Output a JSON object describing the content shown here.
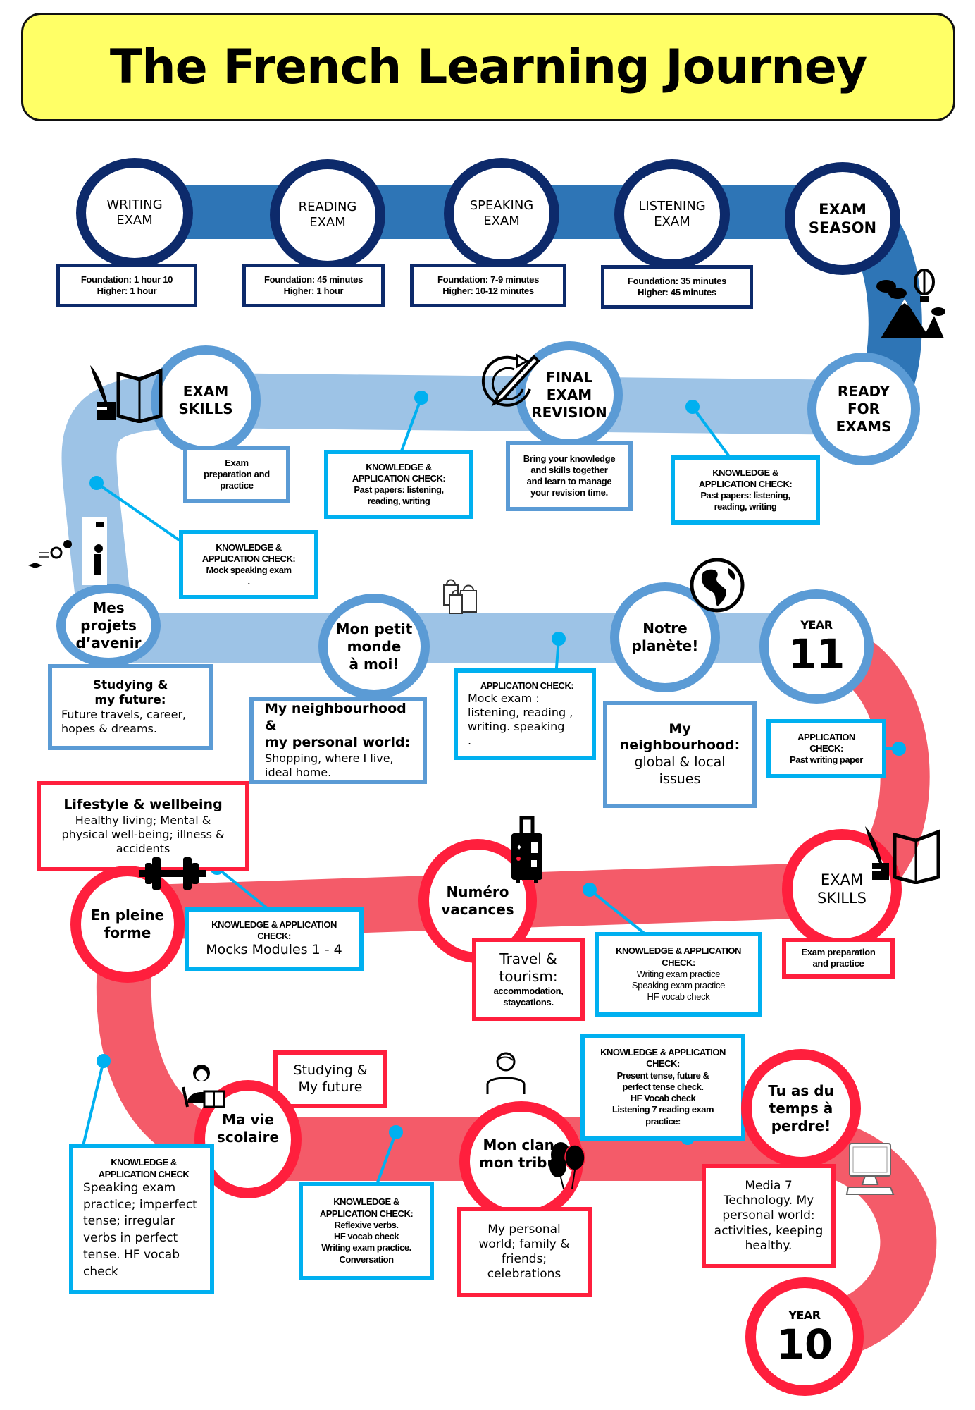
{
  "title": "The French Learning Journey",
  "colors": {
    "title_bg": "#ffff66",
    "exam_track": "#2e75b6",
    "exam_ring": "#0d2a6b",
    "year11_track": "#9dc3e6",
    "year11_ring": "#5b9bd5",
    "year10_track": "#f45b69",
    "year10_ring": "#ff1f3d",
    "check_border": "#00b0f0"
  },
  "exam_season": {
    "nodes": [
      {
        "label": "WRITING\nEXAM",
        "info": [
          "Foundation: 1 hour 10",
          "Higher: 1 hour"
        ]
      },
      {
        "label": "READING\nEXAM",
        "info": [
          "Foundation: 45 minutes",
          "Higher: 1 hour"
        ]
      },
      {
        "label": "SPEAKING\nEXAM",
        "info": [
          "Foundation: 7-9 minutes",
          "Higher: 10-12 minutes"
        ]
      },
      {
        "label": "LISTENING\nEXAM",
        "info": [
          "Foundation: 35 minutes",
          "Higher: 45 minutes"
        ]
      },
      {
        "label": "EXAM\nSEASON"
      }
    ]
  },
  "year11": {
    "year_label": "YEAR",
    "year_number": "11",
    "nodes": {
      "ready": {
        "label": "READY\nFOR\nEXAMS"
      },
      "final_revision": {
        "label": "FINAL\nEXAM\nREVISION",
        "info": "Bring your knowledge\nand skills together\nand learn to manage\nyour revision time."
      },
      "exam_skills": {
        "label": "EXAM\nSKILLS",
        "info": "Exam\npreparation and\npractice"
      },
      "mes_projets": {
        "label": "Mes\nprojets\nd’avenir",
        "info_title": "Studying &\nmy future:",
        "info_body": "Future travels, career,\nhopes & dreams."
      },
      "mon_petit_monde": {
        "label": "Mon petit\nmonde\nà moi!",
        "info_title": "My neighbourhood &\nmy personal world:",
        "info_body": "Shopping, where I live,\nideal home."
      },
      "notre_planete": {
        "label": "Notre\nplanète!",
        "info_title": "My\nneighbourhood:",
        "info_body": "global & local\nissues"
      }
    },
    "checks": [
      {
        "title": "KNOWLEDGE &\nAPPLICATION CHECK:",
        "body": "Past papers: listening,\nreading, writing"
      },
      {
        "title": "KNOWLEDGE &\nAPPLICATION CHECK:",
        "body": "Past papers: listening,\nreading, writing"
      },
      {
        "title": "KNOWLEDGE &\nAPPLICATION CHECK:",
        "body": "Mock speaking exam\n."
      },
      {
        "title": "APPLICATION CHECK:",
        "body": "Mock exam :\nlistening, reading ,\nwriting. speaking\n."
      },
      {
        "title": "APPLICATION\nCHECK:",
        "body": "Past writing paper"
      }
    ]
  },
  "year10": {
    "year_label": "YEAR",
    "year_number": "10",
    "nodes": {
      "exam_skills": {
        "label": "EXAM\nSKILLS",
        "info": "Exam preparation\nand practice"
      },
      "numero_vacances": {
        "label": "Numéro\nvacances",
        "info_title": "Travel &\ntourism:",
        "info_body": "accommodation,\nstaycations."
      },
      "en_pleine_forme": {
        "label": "En pleine\nforme",
        "info_title": "Lifestyle & wellbeing",
        "info_body": "Healthy living; Mental &\nphysical well-being; illness &\naccidents"
      },
      "ma_vie_scolaire": {
        "label": "Ma vie\nscolaire",
        "info": "Studying &\nMy future"
      },
      "mon_clan": {
        "label": "Mon clan,\nmon tribu!",
        "info": "My personal\nworld; family &\nfriends;\ncelebrations"
      },
      "tu_as_du_temps": {
        "label": "Tu as du\ntemps à\nperdre!",
        "info": "Media 7\nTechnology. My\npersonal world:\nactivities, keeping\nhealthy."
      }
    },
    "checks": [
      {
        "title": "KNOWLEDGE & APPLICATION\nCHECK:",
        "body": "Writing exam practice\nSpeaking exam practice\nHF vocab check"
      },
      {
        "title": "KNOWLEDGE & APPLICATION\nCHECK:",
        "body": "Mocks Modules 1 - 4"
      },
      {
        "title": "KNOWLEDGE &\nAPPLICATION CHECK",
        "body": "Speaking exam\npractice; imperfect\ntense; irregular\nverbs in perfect\ntense. HF vocab\ncheck"
      },
      {
        "title": "KNOWLEDGE &\nAPPLICATION CHECK:",
        "body": "Reflexive verbs.\nHF vocab check\nWriting exam practice.\nConversation"
      },
      {
        "title": "KNOWLEDGE & APPLICATION\nCHECK:",
        "body": "Present tense, future &\nperfect tense check.\nHF Vocab check\nListening 7 reading exam\npractice:"
      }
    ]
  },
  "icons": [
    "quill-ink-book-icon",
    "revision-pencil-icon",
    "balloon-mountain-icon",
    "career-steps-icon",
    "shopping-bags-icon",
    "globe-icon",
    "suitcase-icon",
    "dumbbell-icon",
    "student-icon",
    "person-icon",
    "balloons-icon",
    "computer-icon"
  ]
}
